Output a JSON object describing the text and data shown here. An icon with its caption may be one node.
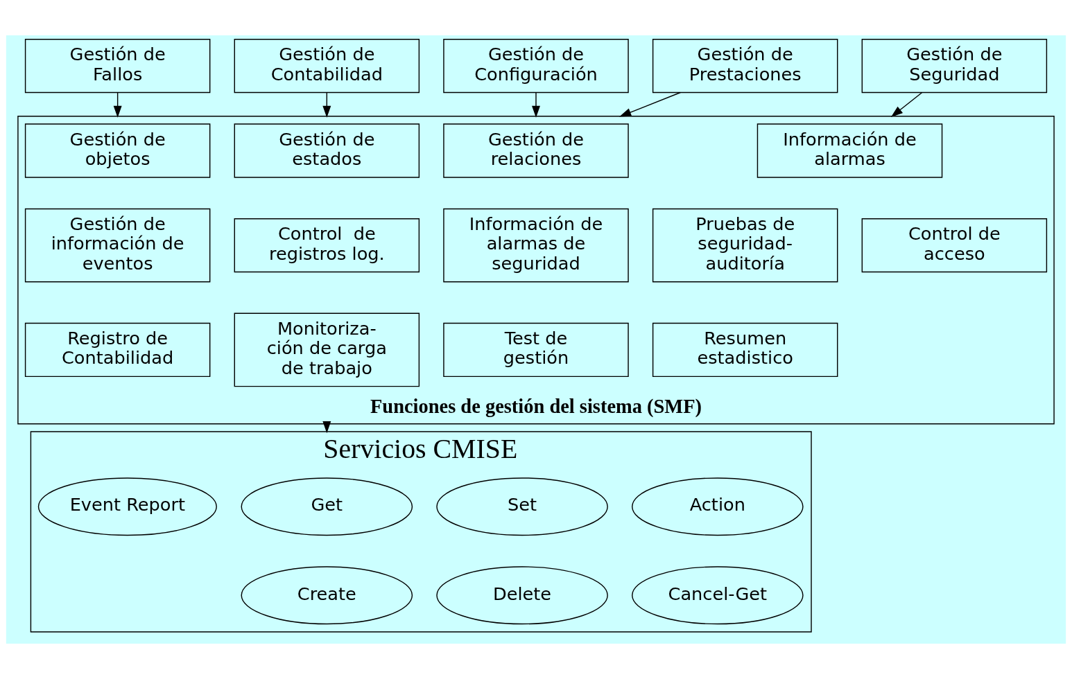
{
  "diagram": {
    "nodes": [
      {
        "text": [
          "Gestión de Fallos"
        ]
      },
      {
        "text": [
          "Gestión de Contabilidad"
        ]
      },
      {
        "text": [
          "Gestión de Configuración"
        ]
      },
      {
        "text": [
          "Gestión de Prestaciones"
        ]
      },
      {
        "text": [
          "Gestión de Seguridad"
        ]
      },
      {
        "text": [
          "Funciones de gestión del sistema (SMF)"
        ]
      },
      {
        "text": [
          "Gestión de objetos"
        ],
        "in": 5
      },
      {
        "text": [
          "Gestión de estados"
        ],
        "in": 5
      },
      {
        "text": [
          "Gestión de relaciones"
        ],
        "in": 5
      },
      {
        "text": [
          "Información de alarmas"
        ],
        "in": 5
      },
      {
        "text": [
          "Gestión de información de eventos"
        ],
        "in": 5
      },
      {
        "text": [
          "Control  de registros log."
        ],
        "in": 5
      },
      {
        "text": [
          "Información de alarmas de seguridad"
        ],
        "in": 5
      },
      {
        "text": [
          "Pruebas de seguridad- auditoría"
        ],
        "in": 5
      },
      {
        "text": [
          "Control de acceso"
        ],
        "in": 5
      },
      {
        "text": [
          "Registro de Contabilidad"
        ],
        "in": 5
      },
      {
        "text": [
          "Monitoriza- ción de carga de trabajo"
        ],
        "in": 5
      },
      {
        "text": [
          "Test de gestión"
        ],
        "in": 5
      },
      {
        "text": [
          "Resumen estadistico"
        ],
        "in": 5
      },
      {
        "text": [
          "Servicios CMISE"
        ]
      },
      {
        "text": [
          "Event Report"
        ],
        "in": 19
      },
      {
        "text": [
          "Get"
        ],
        "in": 19
      },
      {
        "text": [
          "Set"
        ],
        "in": 19
      },
      {
        "text": [
          "Action"
        ],
        "in": 19
      },
      {
        "text": [
          "Create"
        ],
        "in": 19
      },
      {
        "text": [
          "Delete"
        ],
        "in": 19
      },
      {
        "text": [
          "Cancel-Get"
        ],
        "in": 19
      }
    ],
    "edges": [
      {
        "from": 0,
        "to": 5,
        "arrow": "to"
      },
      {
        "from": 1,
        "to": 5,
        "arrow": "to"
      },
      {
        "from": 2,
        "to": 5,
        "arrow": "to"
      },
      {
        "from": 3,
        "to": 5,
        "arrow": "to"
      },
      {
        "from": 4,
        "to": 5,
        "arrow": "to"
      },
      {
        "from": 5,
        "to": 19,
        "arrow": "to"
      }
    ]
  }
}
